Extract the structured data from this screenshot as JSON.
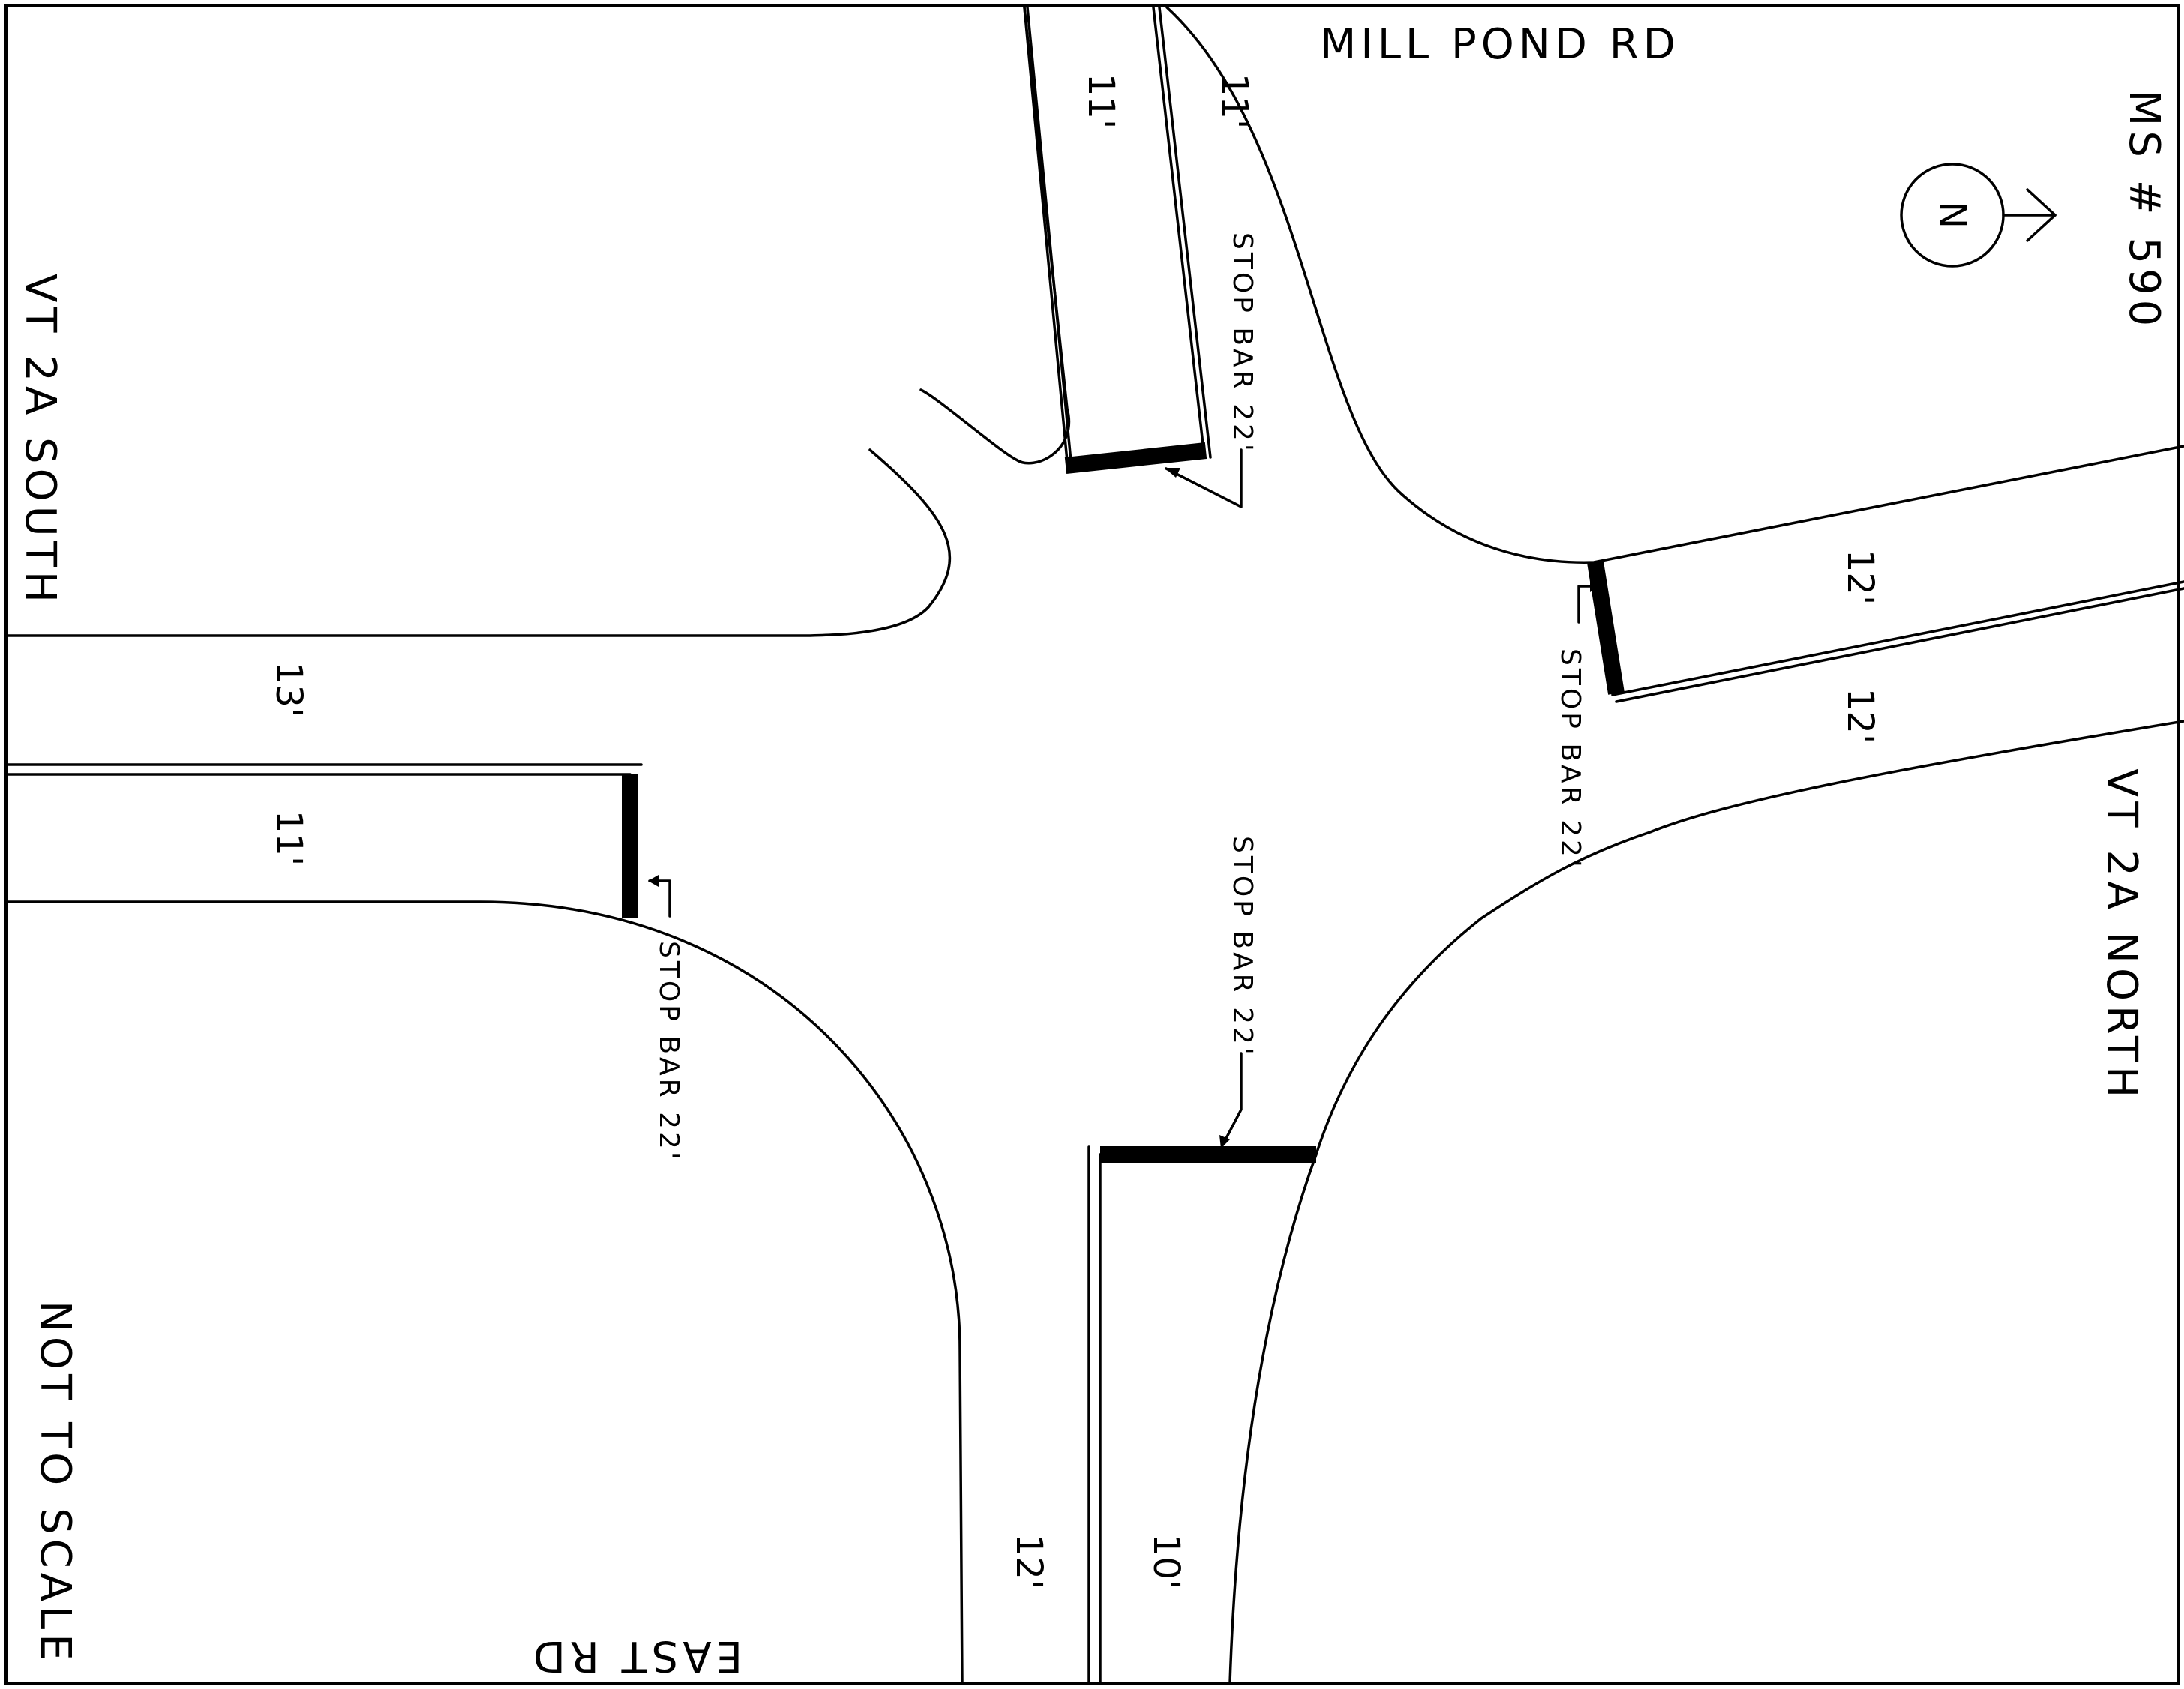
{
  "roads": {
    "top": "MILL POND RD",
    "left": "VT 2A SOUTH",
    "right": "VT 2A NORTH",
    "bottom": "EAST RD"
  },
  "sheet_id": "MS # 590",
  "north_label": "N",
  "scale_note": "NOT TO SCALE",
  "lane_widths": {
    "mill_pond_left": "11'",
    "mill_pond_right": "11'",
    "south_upper": "13'",
    "south_lower": "11'",
    "north_upper": "12'",
    "north_lower": "12'",
    "east_left": "12'",
    "east_right": "10'"
  },
  "stop_bars": {
    "mill_pond": "STOP BAR 22'",
    "north": "STOP BAR 22'",
    "south": "STOP BAR 22'",
    "east": "STOP BAR 22'"
  }
}
